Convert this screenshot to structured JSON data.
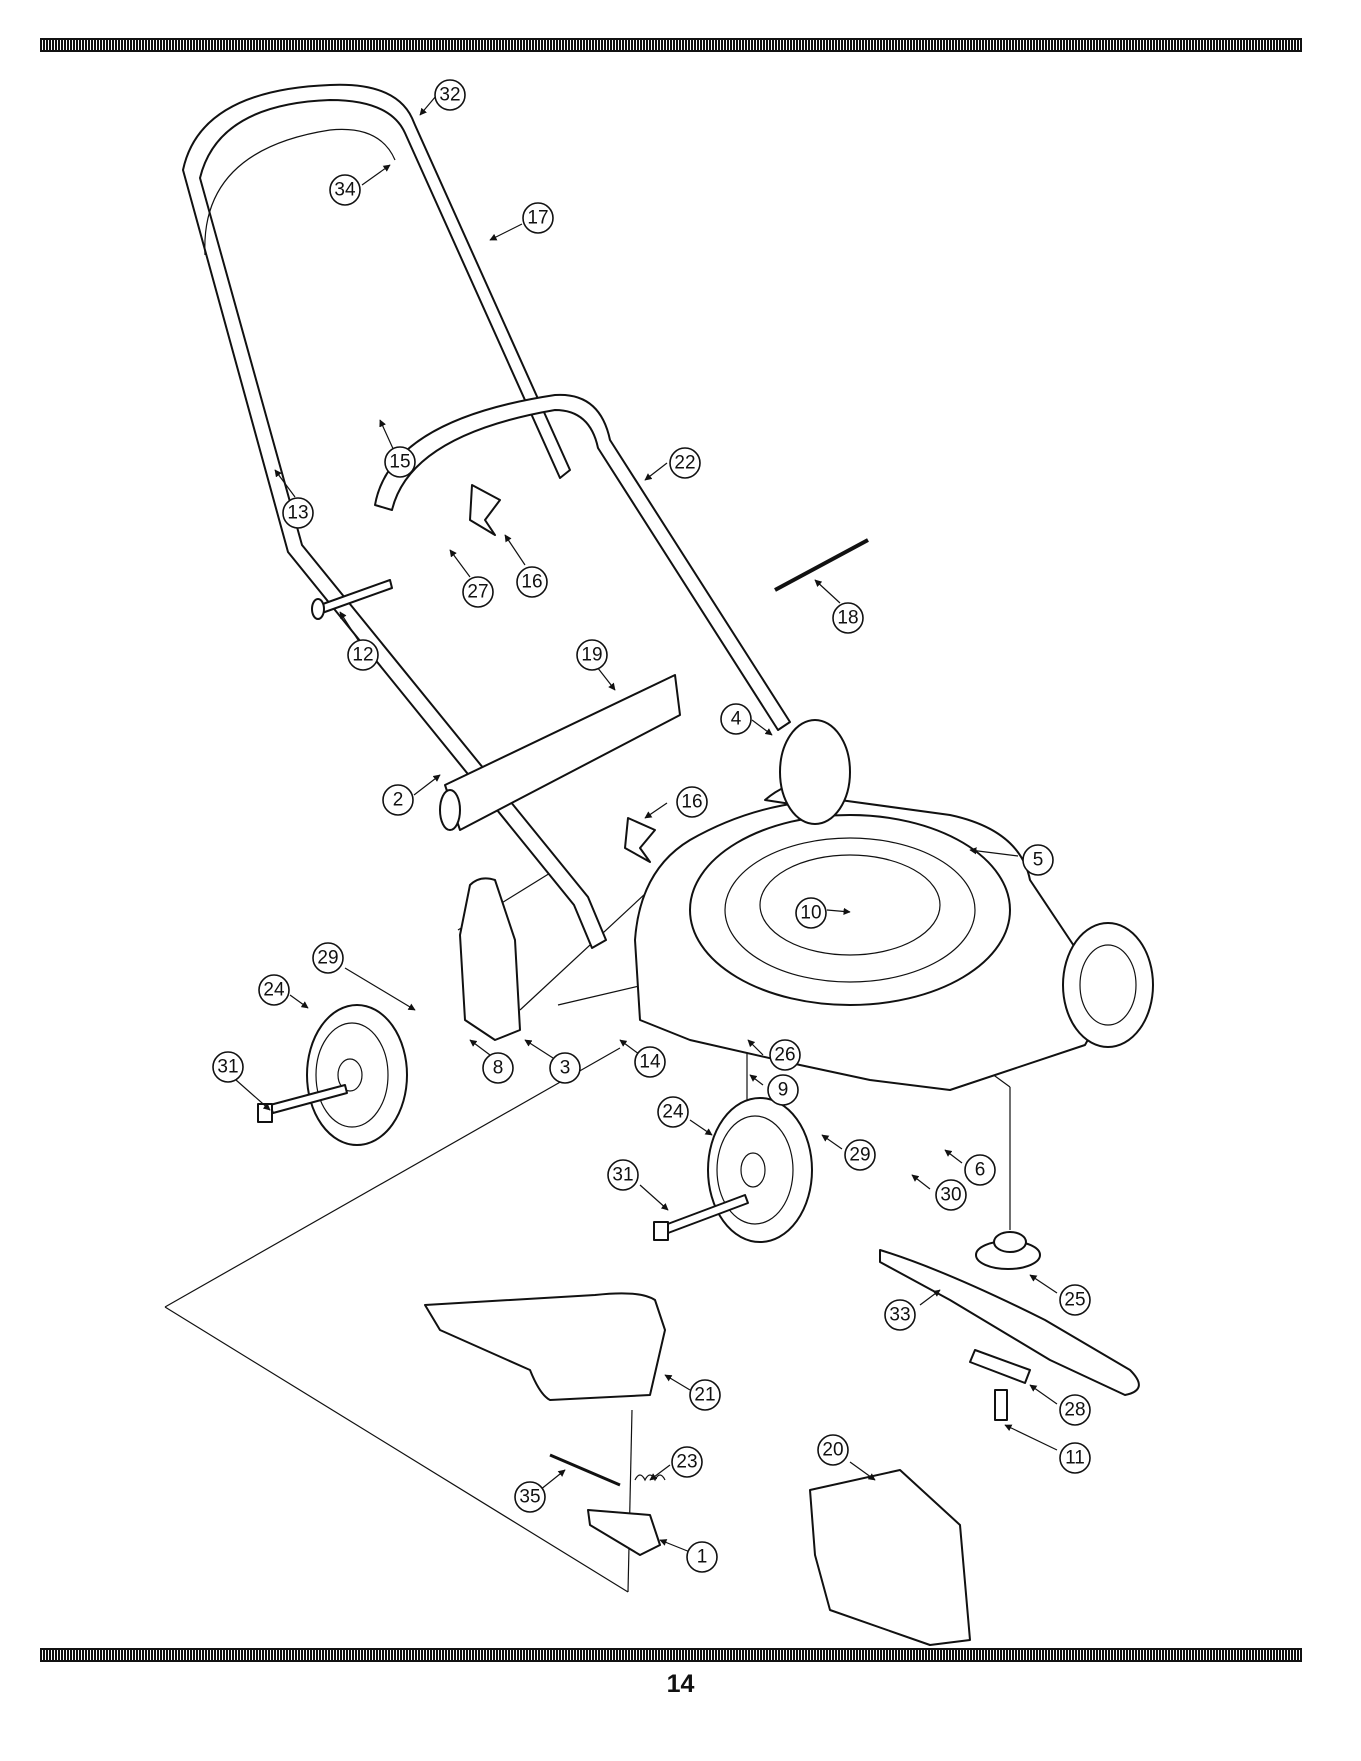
{
  "page": {
    "number": "14"
  },
  "callouts": [
    "32",
    "34",
    "17",
    "15",
    "13",
    "22",
    "16",
    "27",
    "18",
    "12",
    "19",
    "4",
    "2",
    "16",
    "5",
    "10",
    "29",
    "24",
    "31",
    "8",
    "3",
    "14",
    "26",
    "9",
    "24",
    "29",
    "6",
    "31",
    "30",
    "25",
    "33",
    "21",
    "28",
    "11",
    "20",
    "23",
    "35",
    "1"
  ]
}
